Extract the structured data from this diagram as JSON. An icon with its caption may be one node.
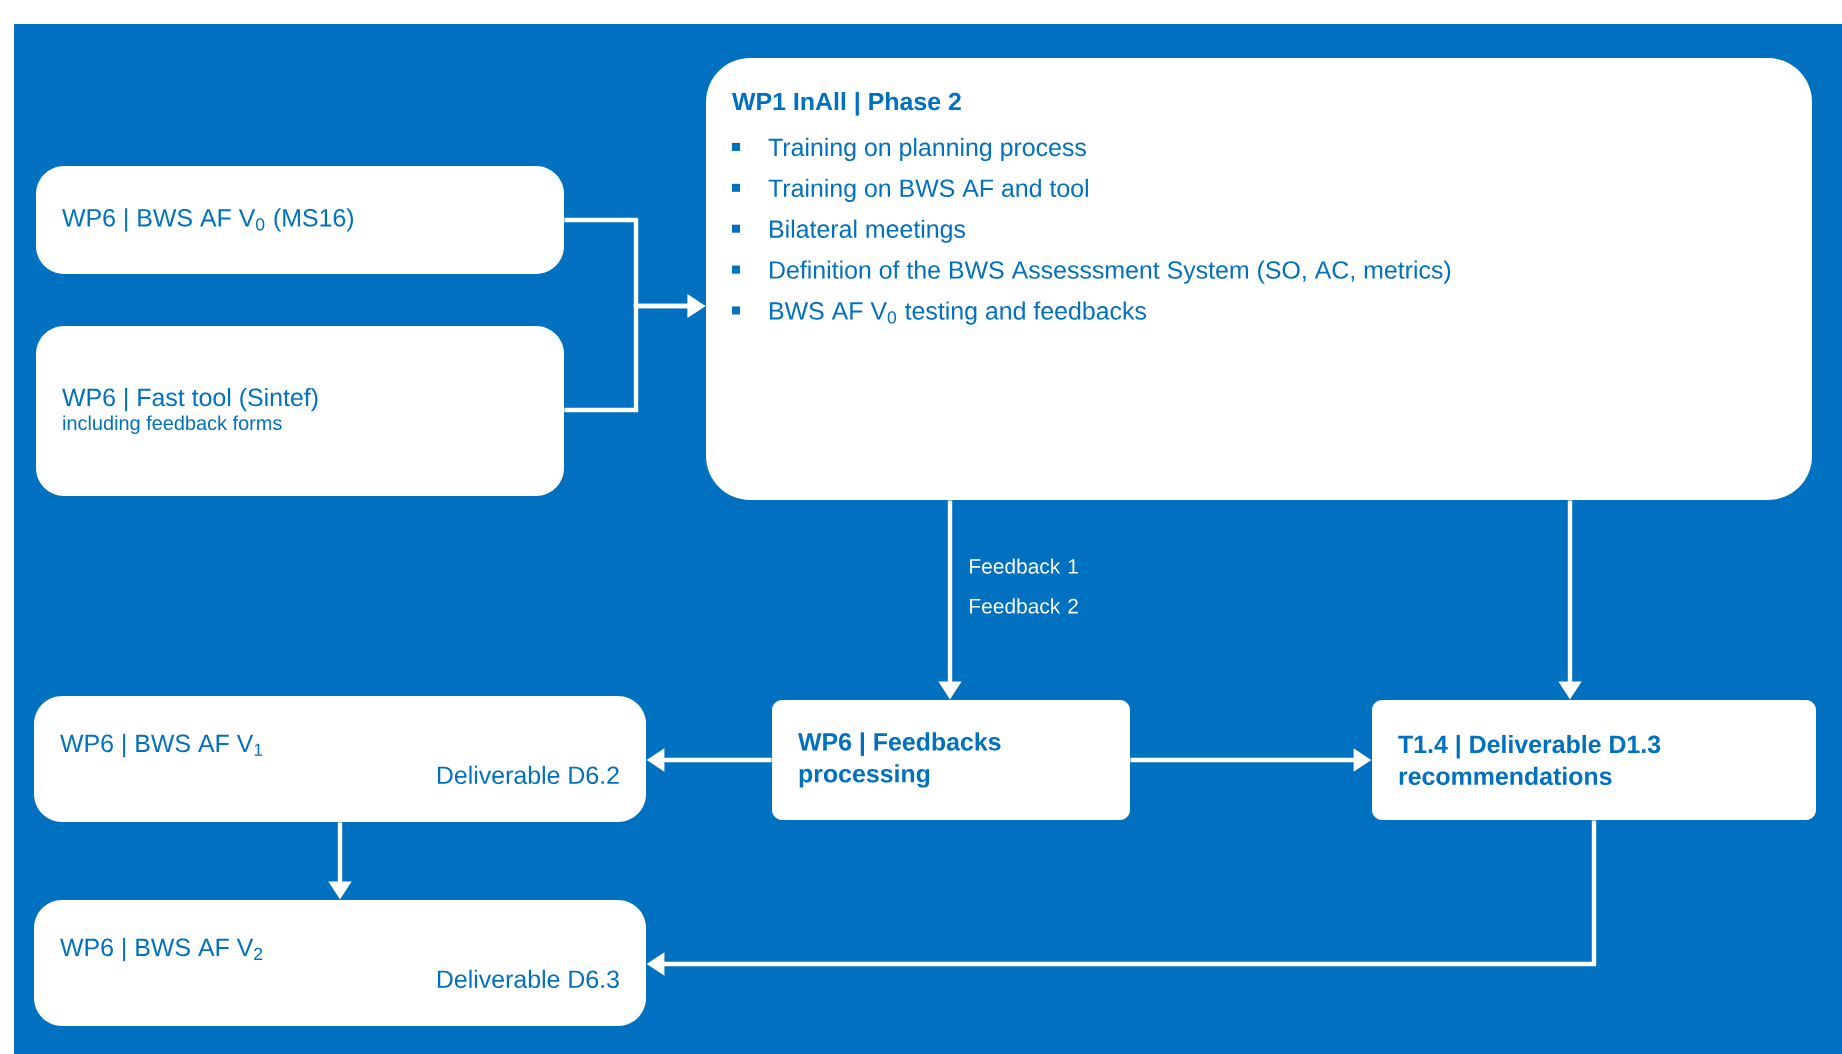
{
  "diagram": {
    "nodes": [
      {
        "text": [
          "WP6 | BWS AF V$_{0}$ (MS16)"
        ]
      },
      {
        "text": [
          "WP6 | Fast tool (Sintef)",
          "including feedback forms"
        ]
      },
      {
        "text": [
          "WP1 InAll | Phase 2",
          "Training on planning process",
          "Training on BWS AF and tool",
          "Bilateral meetings",
          "Definition of the BWS Assesssment System (SO, AC, metrics)",
          "BWS AF V$_{0}$ testing and feedbacks"
        ]
      },
      {
        "text": [
          "WP6 | BWS AF V$_{1}$",
          "Deliverable D6.2"
        ]
      },
      {
        "text": [
          "WP6 | Feedbacks processing"
        ]
      },
      {
        "text": [
          "T1.4 | Deliverable D1.3 recommendations"
        ]
      },
      {
        "text": [
          "WP6 | BWS AF V$_{2}$",
          "Deliverable D6.3"
        ]
      }
    ],
    "edges": [
      {
        "from": 0,
        "to": 2,
        "arrow": "to"
      },
      {
        "from": 1,
        "to": 2,
        "arrow": "to"
      },
      {
        "from": 2,
        "to": 4,
        "arrow": "to",
        "label": "Feedback 1 Feedback 2"
      },
      {
        "from": 2,
        "to": 5,
        "arrow": "to"
      },
      {
        "from": 4,
        "to": 3,
        "arrow": "to"
      },
      {
        "from": 4,
        "to": 5,
        "arrow": "to"
      },
      {
        "from": 3,
        "to": 6,
        "arrow": "to"
      },
      {
        "from": 5,
        "to": 6,
        "arrow": "to"
      }
    ]
  }
}
